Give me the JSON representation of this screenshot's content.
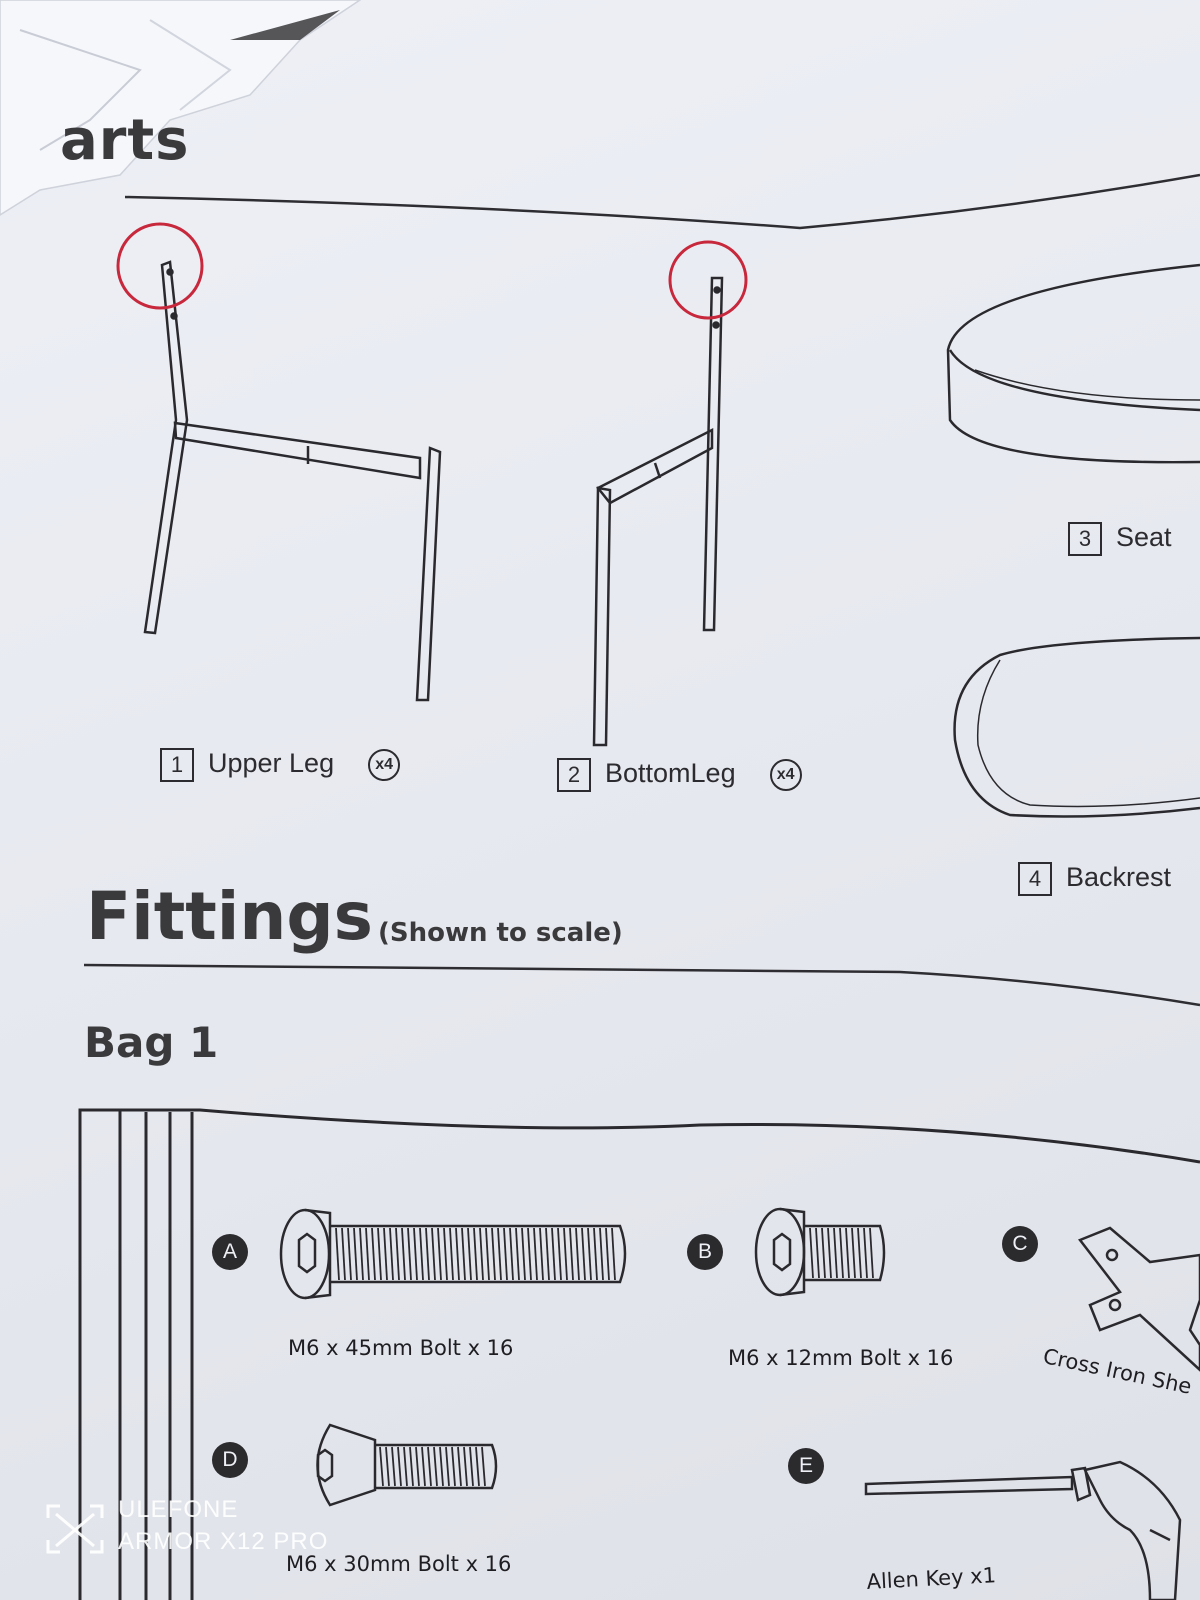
{
  "sections": {
    "parts_title": "arts",
    "fittings_title": "Fittings",
    "fittings_subtitle": "(Shown to scale)",
    "bag_title": "Bag 1"
  },
  "parts": [
    {
      "number": "1",
      "name": "Upper Leg",
      "quantity": "x4"
    },
    {
      "number": "2",
      "name": "BottomLeg",
      "quantity": "x4"
    },
    {
      "number": "3",
      "name": "Seat"
    },
    {
      "number": "4",
      "name": "Backrest"
    }
  ],
  "fittings": [
    {
      "letter": "A",
      "label": "M6 x 45mm Bolt x 16"
    },
    {
      "letter": "B",
      "label": "M6 x 12mm Bolt x 16"
    },
    {
      "letter": "C",
      "label": "Cross Iron She"
    },
    {
      "letter": "D",
      "label": "M6 x 30mm Bolt x 16"
    },
    {
      "letter": "E",
      "label": "Allen Key x1"
    }
  ],
  "watermark": {
    "line1": "ULEFONE",
    "line2": "ARMOR X12 PRO"
  },
  "colors": {
    "annotation_circle": "#c8283c",
    "ink": "#2a2a2e",
    "paper": "#e7e9f0"
  }
}
